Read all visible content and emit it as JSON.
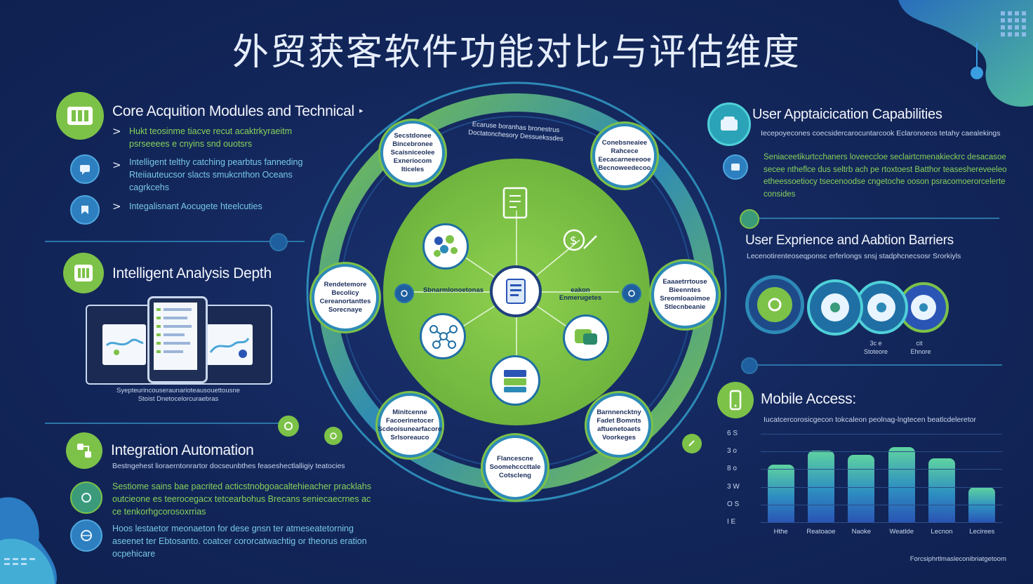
{
  "title": "外贸获客软件功能对比与评估维度",
  "left": {
    "section1": {
      "heading": "Core Acquition Modules and Technical",
      "items": [
        "Hukt teosinme tiacve recut acaktrkyraeitm psrseeees e cnyins snd ouotsrs",
        "Intelligent telthy catching pearbtus fanneding Rteiiauteucsor slacts smukcnthon Oceans cagrkcehs",
        "Integalisnant Aocugete hteelcuties"
      ]
    },
    "section2": {
      "heading": "Intelligent Analysis Depth",
      "caption_line1": "Syepteurincouseraunarioteausouettousne",
      "caption_line2": "Stoist Dnetocelorcuraebras"
    },
    "section3": {
      "heading": "Integration Automation",
      "subtitle": "Bestngehest lioraerntonrartor docseunbthes feaseshectlalligiy teatocies",
      "items": [
        "Sestiome sains bae pacrited acticstnobgoacaltehieacher pracklahs outcieone es teerocegacx tetcearbohus Brecans seniecaecrnes ac ce tenkorhgcorosoxrrias",
        "Hoos lestaetor meonaeton for dese gnsn ter atmeseatetorning aseenet ter Ebtosanto. coatcer cororcatwachtig or theorus eration ocpehicare"
      ]
    }
  },
  "center": {
    "top_arc_text_1": "Ecaruse boranhas bronestrus",
    "top_arc_text_2": "Doctatonchesory Dessuekssdes",
    "left_inner_label": "Sbnarmlonoetonas",
    "right_inner_label": "eakon Enmerugetes",
    "nodes": [
      {
        "name": "node-top-left",
        "text": "Secstdonee Bincebronee Scaisniceolee Exneriocom Iticeles"
      },
      {
        "name": "node-top-right",
        "text": "Conebsneaiee Rahcece Eecacarneeeooe Becnoweedecoo"
      },
      {
        "name": "node-left",
        "text": "Rendetemore Becolicy Cereanortanttes Sorecnaye"
      },
      {
        "name": "node-right",
        "text": "Eaaaetrrtouse Bieenntes Sreomloaoimoe Stlecnbeanie"
      },
      {
        "name": "node-bottom-left",
        "text": "Minitcenne Facoerinetocer Scdeoisunearfacoro Srlsoreauco"
      },
      {
        "name": "node-bottom-right",
        "text": "Barnnencktny Fadet Bomnts aftuenetoaets Voorkeges"
      },
      {
        "name": "node-bottom",
        "text": "Flancescne Soomehcccttale Cotscleng"
      }
    ]
  },
  "right": {
    "section1": {
      "heading": "User Apptaicication Capabilities",
      "subtitle": "Iecepoyecones coecsidercarocuntarcook Eclaronoeos tetahy caealekings",
      "body": "Seniaceetikurtcchaners loveeccloe seclairtcmenakieckrc desacasoe secee ntheflce dus seltrb ach pe rtoxtoest Batthor teaseshereveeleo etheessoetiocy tsecenoodse cngetoche ooson psracomoerorcelerte consides"
    },
    "section2": {
      "heading": "User Exprience and Aabtion Barriers",
      "subtitle": "Lecenotirenteoseqponsc erferlongs snsj stadphcnecsosr Srorkiyls",
      "circle_labels": [
        "Stoteore",
        "Ehnore"
      ],
      "circle_sub": [
        "3c e",
        "cit"
      ]
    },
    "section3": {
      "heading": "Mobile Access:",
      "subtitle": "Iucatcercorosicgecon tokcaleon peolnag-lngtecen beatlcdeleretor",
      "footer": "Forcsiphrtlmasleconibriatgetoom"
    }
  },
  "chart_data": {
    "type": "bar",
    "categories": [
      "Hthe",
      "Reatoaoe",
      "Naoke",
      "Weatlde",
      "Lecnon",
      "Lecirees"
    ],
    "values": [
      5.2,
      6.5,
      6.1,
      6.8,
      5.8,
      3.2
    ],
    "yticks": [
      "6 S",
      "3 o",
      "8 o",
      "3 W",
      "O S",
      "I E"
    ],
    "ylim": [
      0,
      8
    ],
    "grid": true
  },
  "colors": {
    "background": "#13265a",
    "green": "#7cc248",
    "blue": "#2d8ab7",
    "teal": "#5fd3a0"
  }
}
